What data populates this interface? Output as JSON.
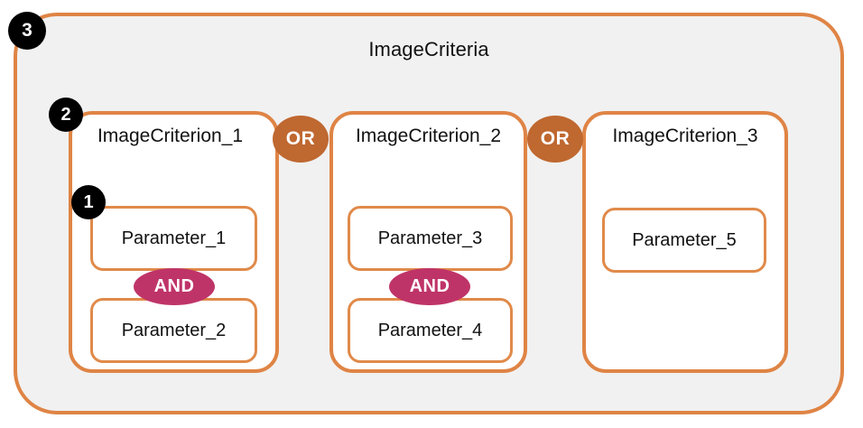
{
  "diagram": {
    "title": "ImageCriteria",
    "colors": {
      "group_border": "#df8445",
      "group_fill": "#f1f1f1",
      "box_border": "#e08a4a",
      "box_fill": "#ffffff",
      "or_badge": "#bf6830",
      "and_badge": "#bf3468",
      "callout_badge": "#000000",
      "text": "#111111"
    },
    "criteria": [
      {
        "label": "ImageCriterion_1",
        "parameters": [
          {
            "label": "Parameter_1"
          },
          {
            "label": "Parameter_2"
          }
        ],
        "inner_operator": "AND"
      },
      {
        "label": "ImageCriterion_2",
        "parameters": [
          {
            "label": "Parameter_3"
          },
          {
            "label": "Parameter_4"
          }
        ],
        "inner_operator": "AND"
      },
      {
        "label": "ImageCriterion_3",
        "parameters": [
          {
            "label": "Parameter_5"
          }
        ],
        "inner_operator": null
      }
    ],
    "operators": {
      "or_1": "OR",
      "or_2": "OR",
      "and_1": "AND",
      "and_2": "AND"
    },
    "callouts": {
      "level_1": "1",
      "level_2": "2",
      "level_3": "3"
    }
  }
}
